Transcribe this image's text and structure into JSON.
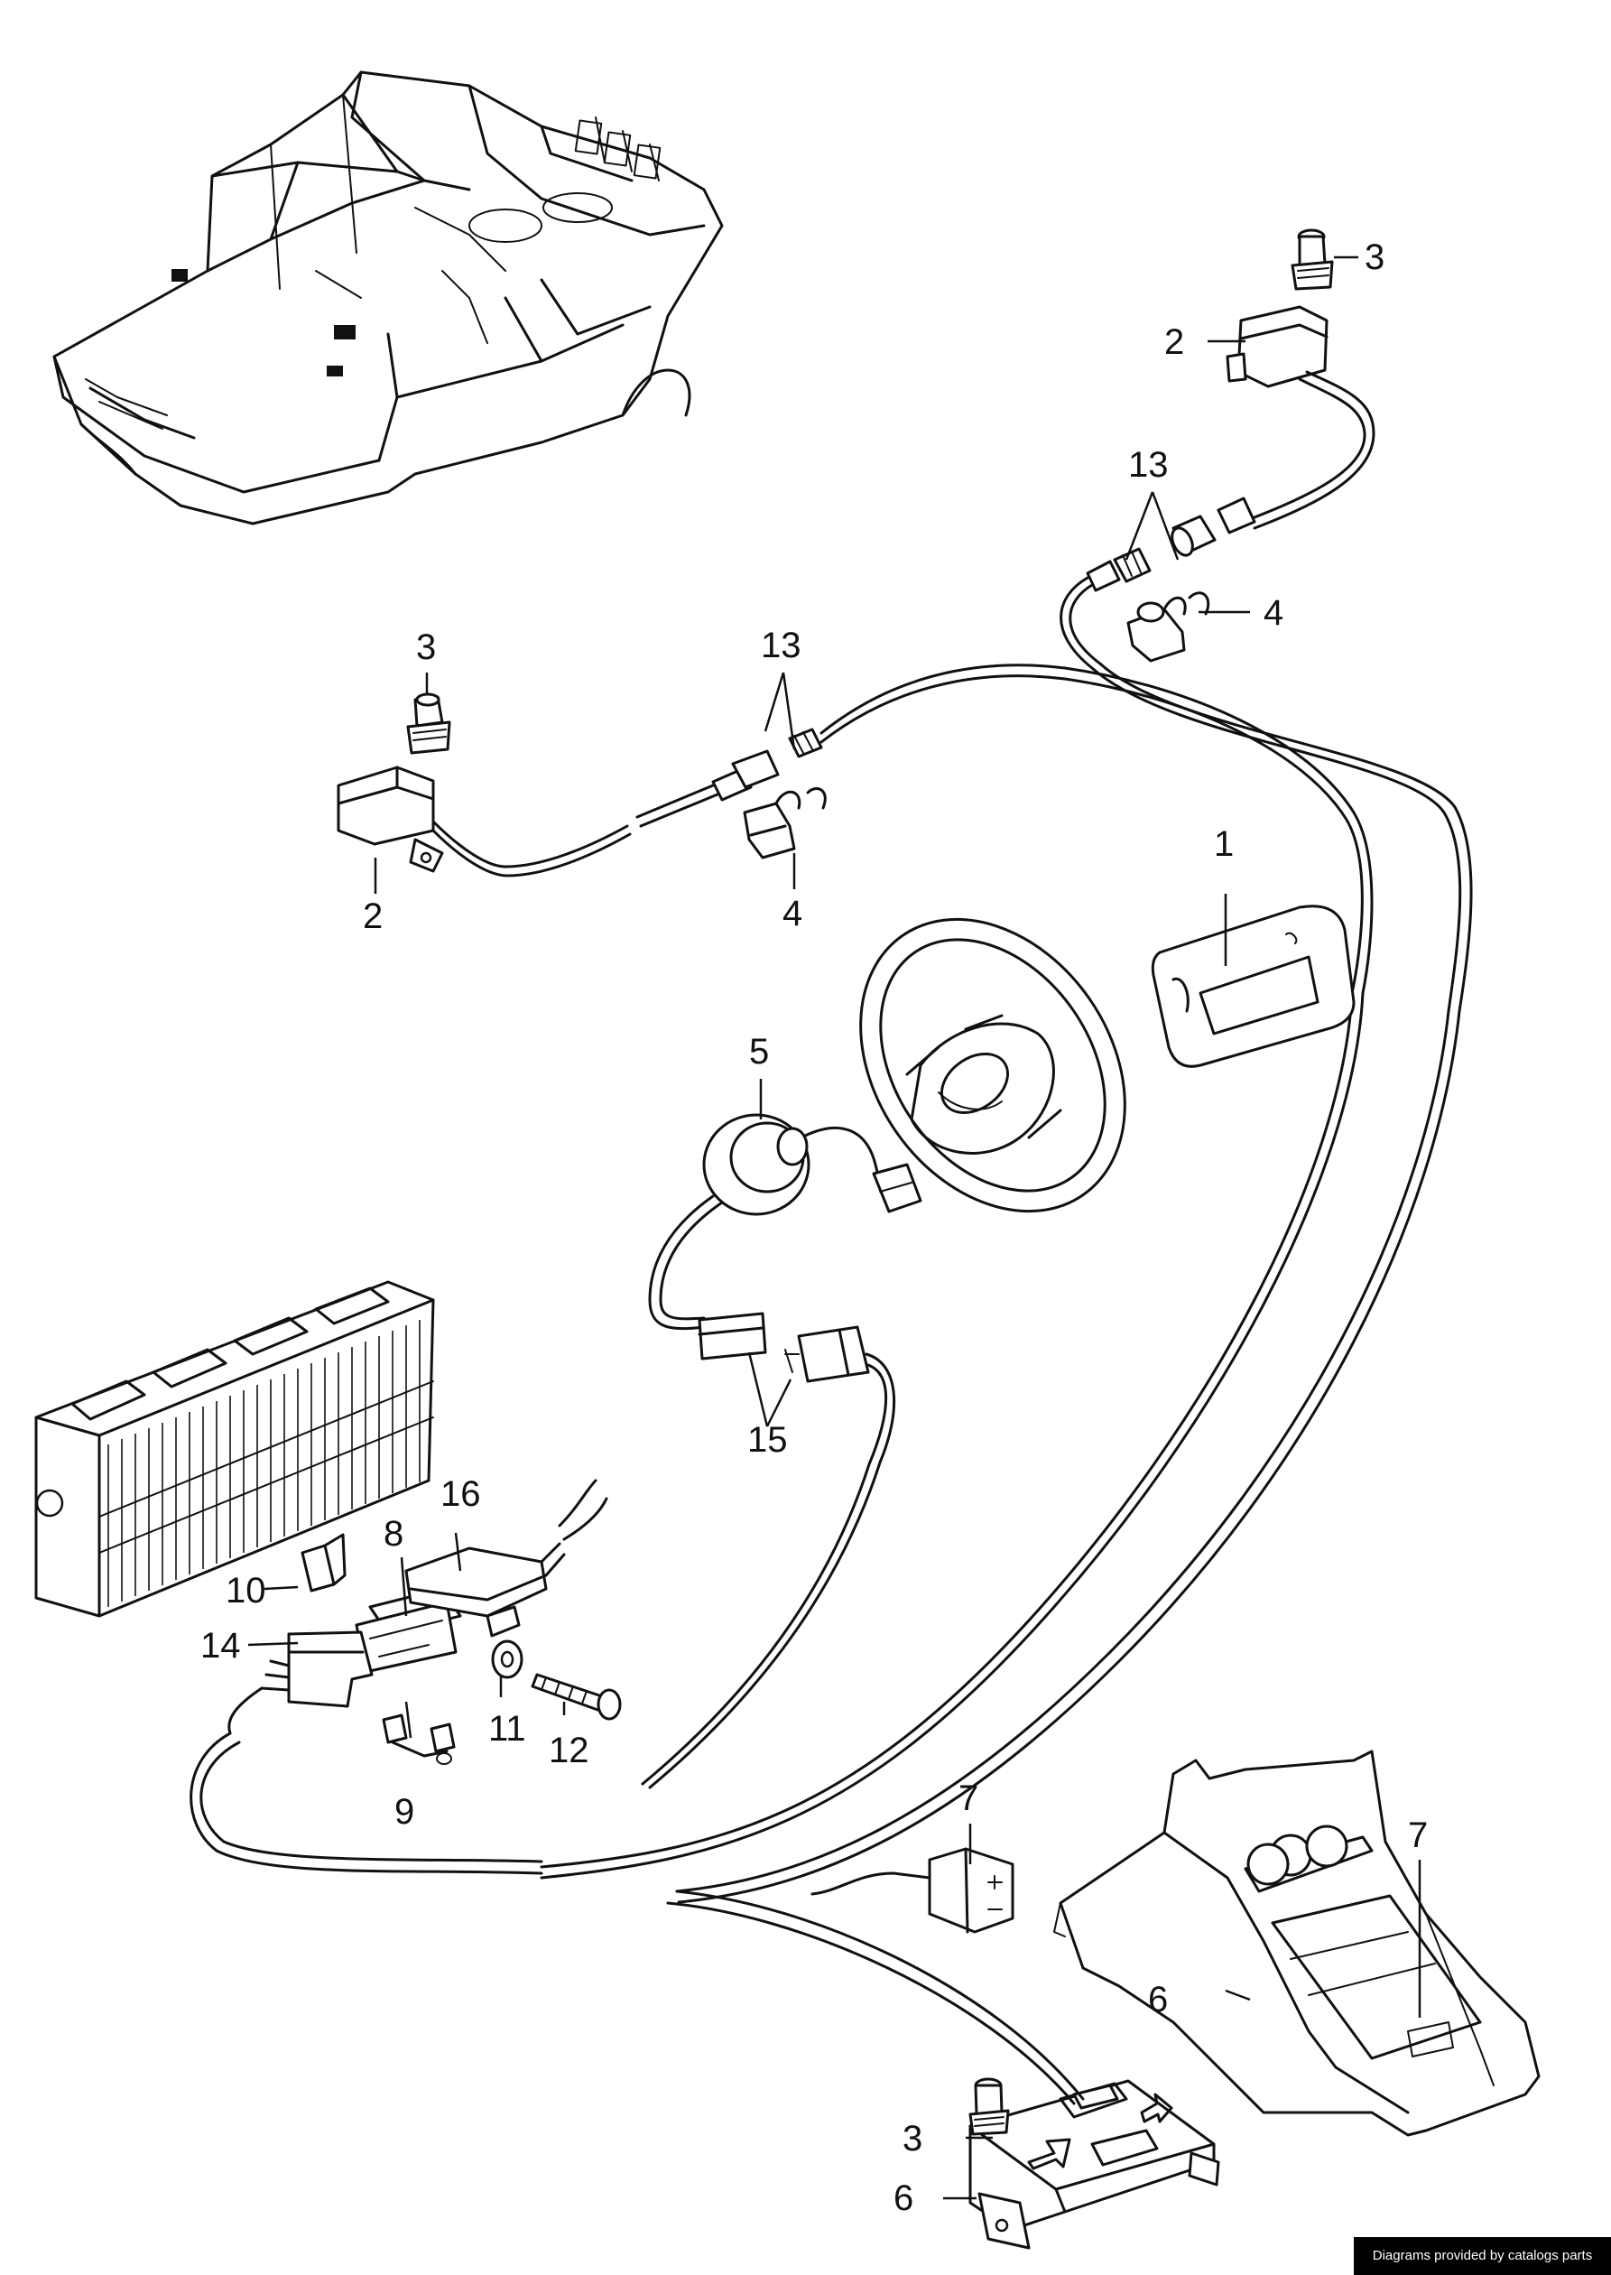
{
  "callouts": {
    "c1": "1",
    "c2a": "2",
    "c2b": "2",
    "c3a": "3",
    "c3b": "3",
    "c3c": "3",
    "c4a": "4",
    "c4b": "4",
    "c5": "5",
    "c6a": "6",
    "c6b": "6",
    "c7a": "7",
    "c7b": "7",
    "c8": "8",
    "c9": "9",
    "c10": "10",
    "c11": "11",
    "c12": "12",
    "c13a": "13",
    "c13b": "13",
    "c14": "14",
    "c15": "15",
    "c16": "16"
  },
  "credit": "Diagrams provided by catalogs parts"
}
